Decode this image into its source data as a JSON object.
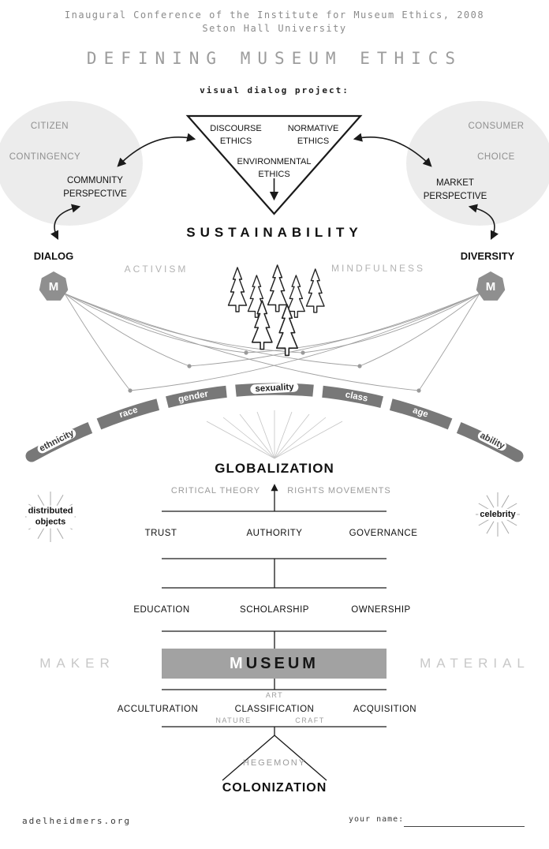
{
  "header": {
    "line1": "Inaugural Conference of the Institute for Museum Ethics, 2008",
    "line2": "Seton Hall University",
    "title": "DEFINING MUSEUM ETHICS",
    "project_label": "visual dialog project:"
  },
  "community": {
    "sphere_top": "CITIZEN",
    "sphere_bottom": "CONTINGENCY",
    "perspective": "COMMUNITY\nPERSPECTIVE",
    "node": "DIALOG",
    "theme": "ACTIVISM",
    "badge": "M"
  },
  "market": {
    "sphere_top": "CONSUMER",
    "sphere_bottom": "CHOICE",
    "perspective": "MARKET\nPERSPECTIVE",
    "node": "DIVERSITY",
    "theme": "MINDFULNESS",
    "badge": "M"
  },
  "ethics_triangle": {
    "left": "DISCOURSE\nETHICS",
    "right": "NORMATIVE\nETHICS",
    "center": "ENVIRONMENTAL\nETHICS"
  },
  "sustainability_title": "SUSTAINABILITY",
  "identity_arc": {
    "labels": [
      "ethnicity",
      "race",
      "gender",
      "sexuality",
      "class",
      "age",
      "ability"
    ]
  },
  "globalization": {
    "title": "GLOBALIZATION",
    "left_label": "CRITICAL THEORY",
    "right_label": "RIGHTS MOVEMENTS"
  },
  "bursts": {
    "left": "distributed\nobjects",
    "right": "celebrity"
  },
  "tier_governance": [
    "TRUST",
    "AUTHORITY",
    "GOVERNANCE"
  ],
  "tier_knowledge": [
    "EDUCATION",
    "SCHOLARSHIP",
    "OWNERSHIP"
  ],
  "museum": {
    "initial": "M",
    "rest": "USEUM",
    "left_label": "MAKER",
    "right_label": "MATERIAL"
  },
  "tier_collection": {
    "items": [
      "ACCULTURATION",
      "CLASSIFICATION",
      "ACQUISITION"
    ],
    "art": "ART",
    "nature": "NATURE",
    "craft": "CRAFT"
  },
  "colonization": {
    "hegemony": "HEGEMONY",
    "title": "COLONIZATION"
  },
  "footer": {
    "website": "adelheidmers.org",
    "name_label": "your name:"
  },
  "colors": {
    "sphere_gray": "#ececec",
    "band_gray": "#787878",
    "museum_bar_gray": "#a2a2a2",
    "accent_light_gray": "#c8c8c8"
  }
}
